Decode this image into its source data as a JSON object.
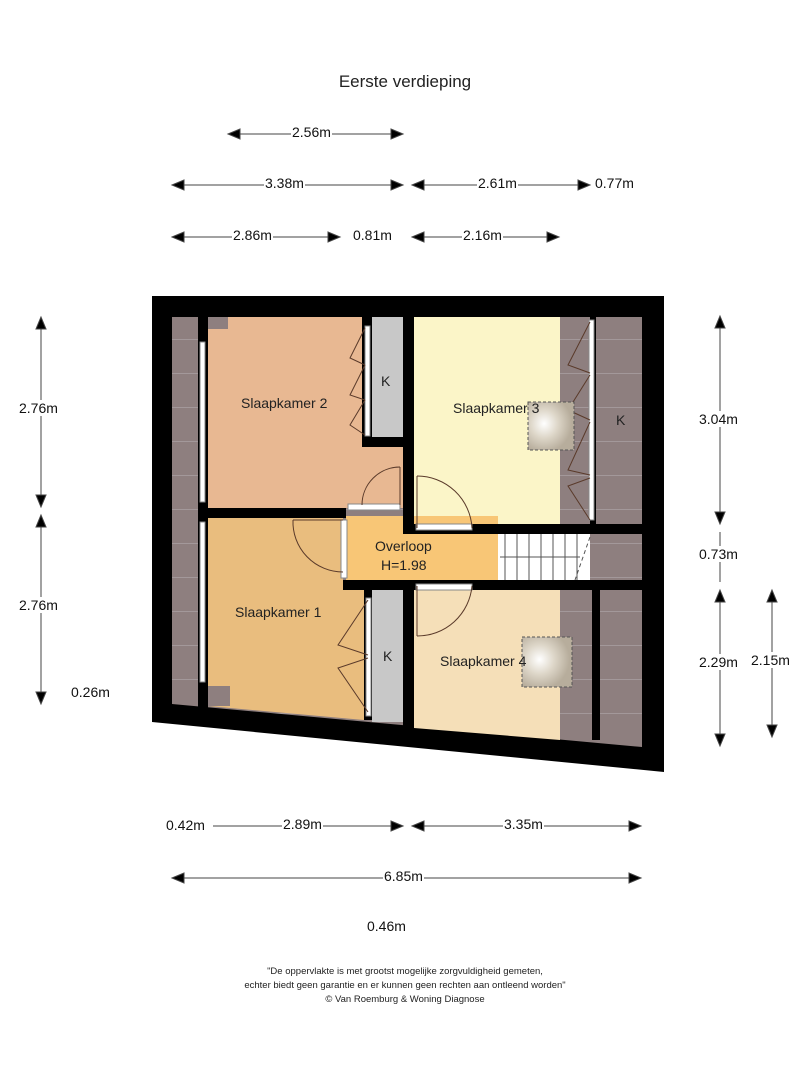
{
  "title": "Eerste verdieping",
  "rooms": {
    "slaapkamer_1": "Slaapkamer 1",
    "slaapkamer_2": "Slaapkamer 2",
    "slaapkamer_3": "Slaapkamer 3",
    "slaapkamer_4": "Slaapkamer 4",
    "overloop": "Overloop",
    "overloop_height": "H=1.98",
    "kast_1": "K",
    "kast_2": "K",
    "kast_3": "K"
  },
  "dimensions": {
    "top": {
      "row1": [
        "2.56m"
      ],
      "row2": [
        "3.38m",
        "2.61m",
        "0.77m"
      ],
      "row3": [
        "2.86m",
        "0.81m",
        "2.16m"
      ]
    },
    "left": [
      "2.76m",
      "2.76m",
      "0.26m"
    ],
    "right": [
      "3.04m",
      "0.73m",
      "2.29m",
      "2.15m"
    ],
    "bottom": {
      "row1": [
        "0.42m",
        "2.89m",
        "3.35m"
      ],
      "row2": [
        "6.85m"
      ],
      "row3": [
        "0.46m"
      ]
    }
  },
  "colors": {
    "wall": "#000000",
    "slaapkamer_1": "#e9bd7e",
    "slaapkamer_2": "#e8b892",
    "slaapkamer_3": "#fbf5c8",
    "slaapkamer_4": "#f5dfb8",
    "overloop": "#f8c676",
    "kast": "#c8c8c8",
    "roof_slope": "#8e7f7f"
  },
  "disclaimer": {
    "line1": "\"De oppervlakte is met grootst mogelijke zorgvuldigheid gemeten,",
    "line2": "echter biedt geen garantie en er kunnen geen rechten aan ontleend worden\"",
    "line3": "© Van Roemburg & Woning Diagnose"
  }
}
